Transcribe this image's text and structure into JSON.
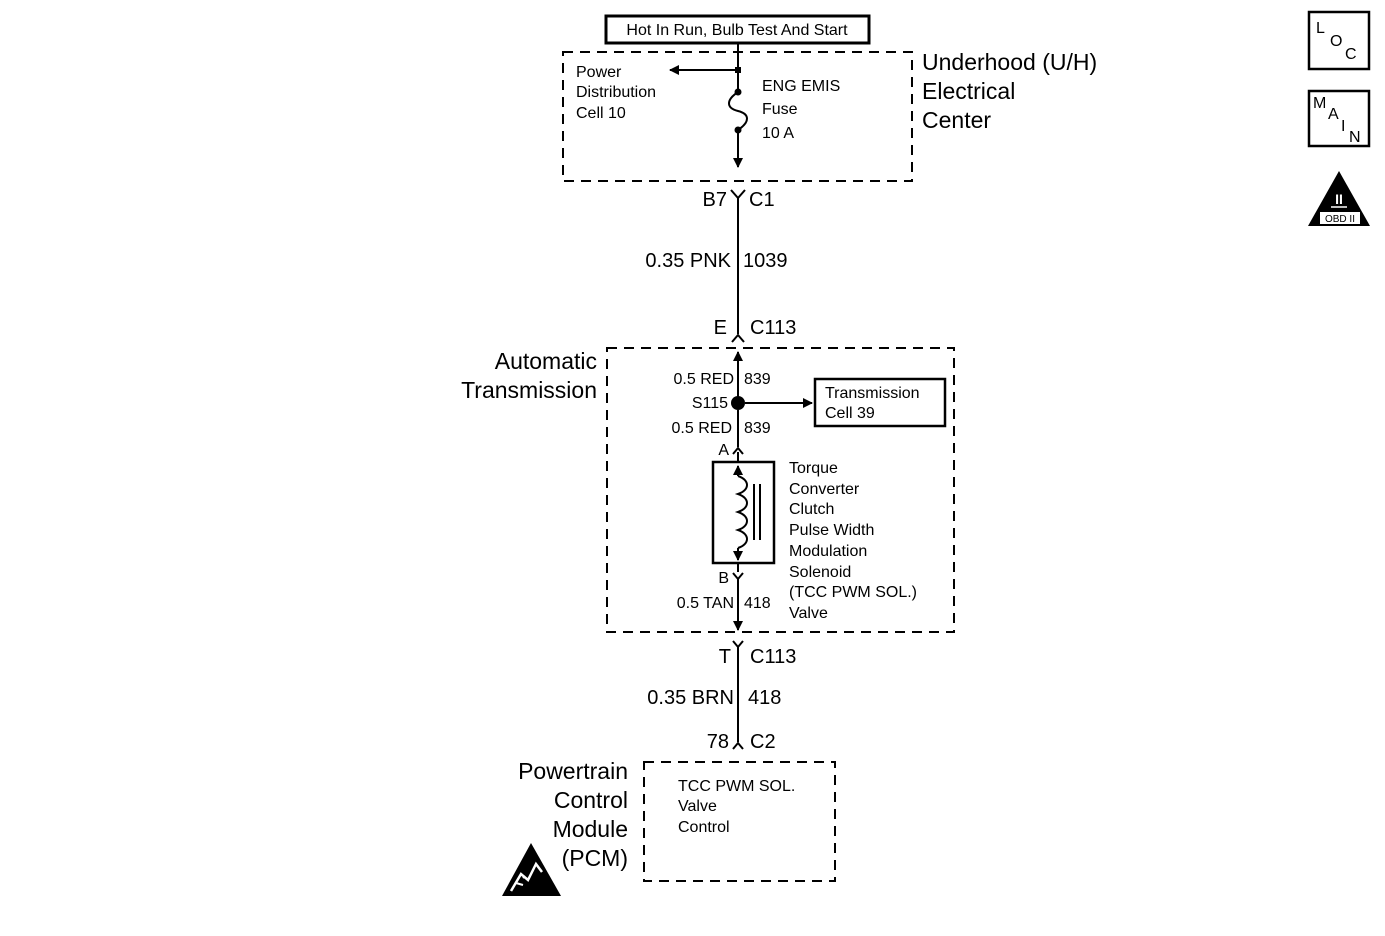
{
  "power_source": {
    "label": "Hot In Run, Bulb Test And Start"
  },
  "underhood_center": {
    "title_lines": [
      "Underhood (U/H)",
      "Electrical",
      "Center"
    ],
    "power_distribution_lines": [
      "Power",
      "Distribution",
      "Cell 10"
    ],
    "fuse_lines": [
      "ENG EMIS",
      "Fuse",
      "10 A"
    ]
  },
  "connector_b7_c1": {
    "pin": "B7",
    "name": "C1"
  },
  "wire_1039": {
    "spec": "0.35 PNK",
    "circuit": "1039"
  },
  "connector_e_c113": {
    "pin": "E",
    "name": "C113"
  },
  "automatic_transmission": {
    "title_lines": [
      "Automatic",
      "Transmission"
    ],
    "wire_upper": {
      "spec": "0.5 RED",
      "circuit": "839"
    },
    "splice": "S115",
    "wire_lower": {
      "spec": "0.5 RED",
      "circuit": "839"
    },
    "transmission_ref_lines": [
      "Transmission",
      "Cell 39"
    ],
    "solenoid_pin_a": "A",
    "solenoid_pin_b": "B",
    "solenoid_lines": [
      "Torque",
      "Converter",
      "Clutch",
      "Pulse Width",
      "Modulation",
      "Solenoid",
      "(TCC PWM SOL.)",
      "Valve"
    ],
    "wire_tan": {
      "spec": "0.5 TAN",
      "circuit": "418"
    }
  },
  "connector_t_c113": {
    "pin": "T",
    "name": "C113"
  },
  "wire_418": {
    "spec": "0.35 BRN",
    "circuit": "418"
  },
  "connector_78_c2": {
    "pin": "78",
    "name": "C2"
  },
  "pcm": {
    "title_lines": [
      "Powertrain",
      "Control",
      "Module",
      "(PCM)"
    ],
    "function_lines": [
      "TCC PWM SOL.",
      "Valve",
      "Control"
    ]
  },
  "side_icons": {
    "loc": [
      "L",
      "O",
      "C"
    ],
    "main": [
      "M",
      "A",
      "I",
      "N"
    ],
    "obd": {
      "numeral": "II",
      "label": "OBD II"
    }
  }
}
